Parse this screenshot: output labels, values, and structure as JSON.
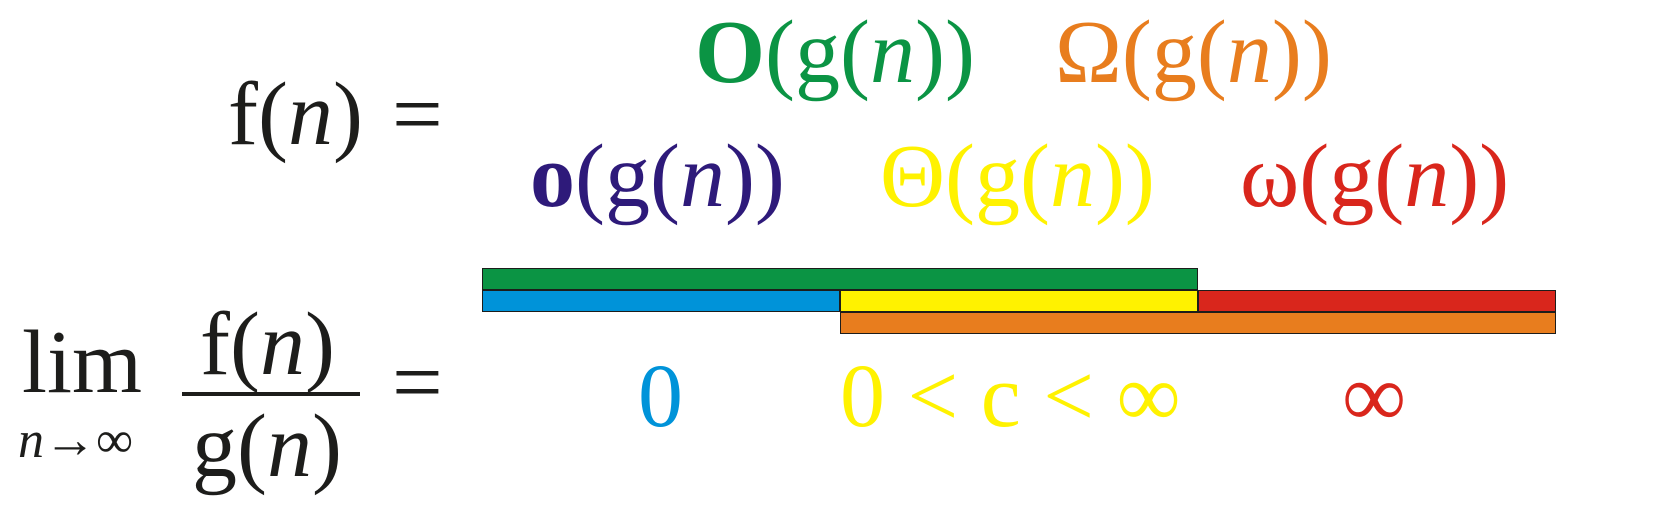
{
  "expression": {
    "fn_func": "f(",
    "fn_var": "n",
    "fn_close": ")",
    "equals": "=",
    "lim_word": "lim",
    "lim_sub_var": "n",
    "lim_sub_arrow": "→",
    "lim_sub_inf": "∞",
    "num_func": "f(",
    "num_var": "n",
    "num_close": ")",
    "den_func": "g(",
    "den_var": "n",
    "den_close": ")"
  },
  "notations": {
    "big_o": {
      "symbol": "O",
      "arg_open": "(g(",
      "arg_var": "n",
      "arg_close": "))",
      "color": "#0b9444"
    },
    "big_omega": {
      "symbol": "Ω",
      "arg_open": "(g(",
      "arg_var": "n",
      "arg_close": "))",
      "color": "#e87d1e"
    },
    "little_o": {
      "symbol": "o",
      "arg_open": "(g(",
      "arg_var": "n",
      "arg_close": "))",
      "color": "#2e1a7a"
    },
    "theta": {
      "symbol": "Θ",
      "arg_open": "(g(",
      "arg_var": "n",
      "arg_close": "))",
      "color": "#fff200"
    },
    "little_omega": {
      "symbol": "ω",
      "arg_open": "(g(",
      "arg_var": "n",
      "arg_close": "))",
      "color": "#d9261c"
    }
  },
  "limit_values": {
    "zero": "0",
    "between": "0 < c < ∞",
    "infinity": "∞"
  },
  "range_bars": {
    "big_o": "#0b9444",
    "little_o": "#0093d9",
    "theta": "#fff200",
    "little_omega": "#d9261c",
    "big_omega": "#e87d1e"
  }
}
